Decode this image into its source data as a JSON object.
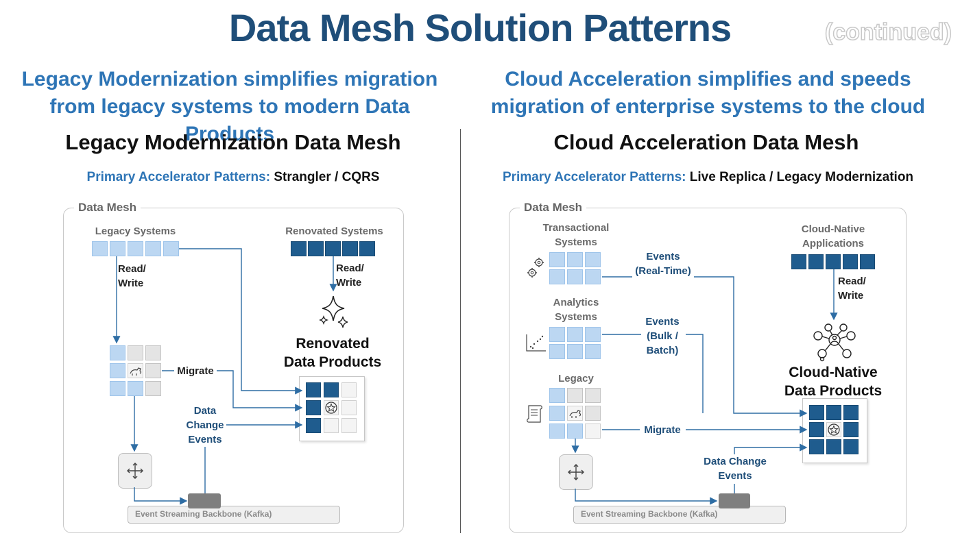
{
  "title": "Data Mesh Solution Patterns",
  "continued": "(continued)",
  "left": {
    "headline_line1": "Legacy Modernization simplifies migration",
    "headline_line2": "from legacy systems to modern Data Products",
    "subtitle": "Legacy Modernization Data Mesh",
    "patterns_label": "Primary Accelerator Patterns:",
    "patterns_value": "Strangler / CQRS",
    "mesh_label": "Data Mesh",
    "legacy_systems": "Legacy Systems",
    "renovated_systems": "Renovated Systems",
    "read_write_1": "Read/",
    "read_write_2": "Write",
    "renovated_products_1": "Renovated",
    "renovated_products_2": "Data Products",
    "migrate": "Migrate",
    "dce_1": "Data",
    "dce_2": "Change",
    "dce_3": "Events",
    "backbone": "Event Streaming Backbone (Kafka)"
  },
  "right": {
    "headline_line1": "Cloud Acceleration simplifies and speeds",
    "headline_line2": "migration of enterprise systems to the cloud",
    "subtitle": "Cloud Acceleration Data Mesh",
    "patterns_label": "Primary Accelerator Patterns:",
    "patterns_value": "Live Replica / Legacy Modernization",
    "mesh_label": "Data Mesh",
    "transactional_1": "Transactional",
    "transactional_2": "Systems",
    "analytics_1": "Analytics",
    "analytics_2": "Systems",
    "legacy": "Legacy",
    "cloud_native_apps_1": "Cloud-Native",
    "cloud_native_apps_2": "Applications",
    "events_rt_1": "Events",
    "events_rt_2": "(Real-Time)",
    "events_bulk_1": "Events",
    "events_bulk_2": "(Bulk /",
    "events_bulk_3": "Batch)",
    "read_write_1": "Read/",
    "read_write_2": "Write",
    "cloud_products_1": "Cloud-Native",
    "cloud_products_2": "Data Products",
    "migrate": "Migrate",
    "dce_1": "Data Change",
    "dce_2": "Events",
    "backbone": "Event Streaming Backbone (Kafka)"
  },
  "colors": {
    "title": "#1f4e79",
    "headline": "#2e75b6",
    "dark_block": "#1f5c8e",
    "light_block": "#bcd7f2",
    "arrow": "#2e6da4"
  },
  "icons": [
    "gear-icon",
    "scatter-plot-icon",
    "scroll-icon",
    "sparkle-icon",
    "network-icon",
    "star-icon",
    "move-arrows-icon",
    "dinosaur-icon"
  ]
}
